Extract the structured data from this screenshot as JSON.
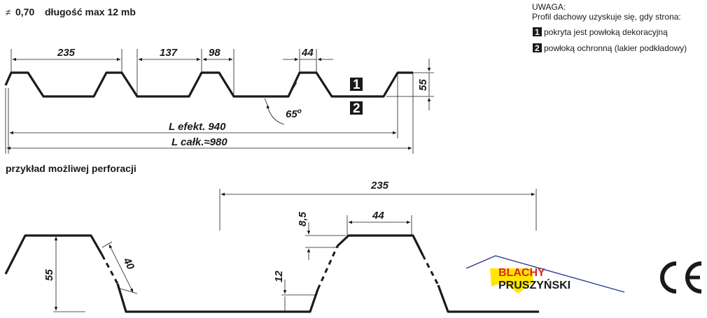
{
  "header": {
    "thickness_symbol": "≠",
    "thickness_value": "0,70",
    "length_text": "długość max 12 mb"
  },
  "note": {
    "title": "UWAGA:",
    "line": "Profil dachowy uzyskuje się, gdy strona:",
    "items": [
      {
        "num": "1",
        "text": "pokryta jest powłoką dekoracyjną"
      },
      {
        "num": "2",
        "text": "powłoką ochronną (lakier podkładowy)"
      }
    ]
  },
  "profile": {
    "dims": {
      "d235": "235",
      "d137": "137",
      "d98": "98",
      "d44": "44",
      "d55": "55",
      "angle": "65",
      "angle_unit": "o",
      "l_eff": "L efekt. 940",
      "l_total": "L całk.≈980"
    },
    "side_labels": [
      "1",
      "2"
    ]
  },
  "perforation": {
    "title": "przykład możliwej perforacji",
    "dims": {
      "d235": "235",
      "d44": "44",
      "d8_5": "8,5",
      "d40": "40",
      "d55": "55",
      "d12": "12"
    }
  },
  "logo": {
    "line1": "BLACHY",
    "line2": "PRUSZYŃSKI",
    "red": "#e0231b",
    "yellow": "#ffe600",
    "blue": "#2b3a8f"
  },
  "ce_mark": "CE",
  "colors": {
    "ink": "#1a1a1a",
    "badge": "#1a1a1a"
  }
}
